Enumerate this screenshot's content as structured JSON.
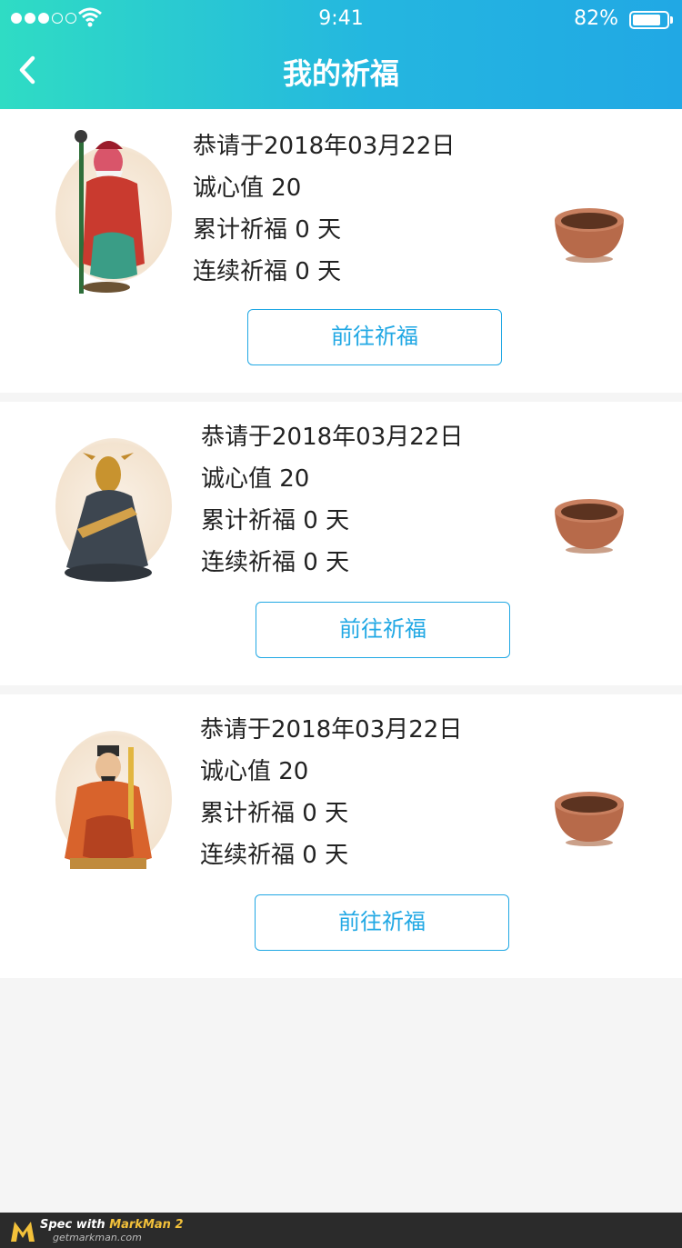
{
  "status_bar": {
    "time": "9:41",
    "battery": "82%"
  },
  "header": {
    "title": "我的祈福",
    "background": "#21a8e4"
  },
  "colors": {
    "accent": "#21a8e4",
    "text": "#222222"
  },
  "cards": [
    {
      "date_line": "恭请于2018年03月22日",
      "sincerity": "诚心值  20",
      "total": "累计祈福 0 天",
      "streak": "连续祈福 0 天",
      "button": "前往祈福",
      "statue": "fortune-deity-statue"
    },
    {
      "date_line": "恭请于2018年03月22日",
      "sincerity": "诚心值  20",
      "total": "累计祈福 0 天",
      "streak": "连续祈福 0 天",
      "button": "前往祈福",
      "statue": "ox-zodiac-deity-statue"
    },
    {
      "date_line": "恭请于2018年03月22日",
      "sincerity": "诚心值  20",
      "total": "累计祈福 0 天",
      "streak": "连续祈福 0 天",
      "button": "前往祈福",
      "statue": "seated-elder-deity-statue"
    }
  ],
  "footer": {
    "brand_prefix": "Spec with ",
    "brand": "MarkMan 2",
    "url": "getmarkman.com"
  }
}
